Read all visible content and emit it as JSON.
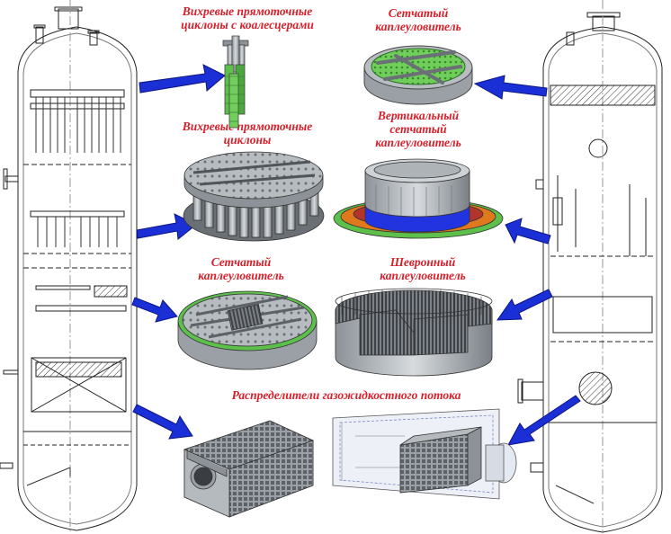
{
  "labels": {
    "vortex_coalescers": [
      "Вихревые прямоточные",
      "циклоны с коалесцерами"
    ],
    "mesh_top_right": [
      "Сетчатый",
      "каплеуловитель"
    ],
    "vortex_cyclones": [
      "Вихревые прямоточные",
      "циклоны"
    ],
    "vertical_mesh": [
      "Вертикальный",
      "сетчатый",
      "каплеуловитель"
    ],
    "mesh_mid_left": [
      "Сетчатый",
      "каплеуловитель"
    ],
    "chevron": [
      "Шевронный",
      "каплеуловитель"
    ],
    "distributors": "Распределители газожидкостного потока"
  },
  "colors": {
    "label_text": "#d8202b",
    "arrow_fill": "#1b2fd6",
    "mesh_green": "#5cc04a",
    "vertical_blue": "#2233e0",
    "ring_orange": "#e0781e",
    "steel_gray": "#9aa0a6"
  }
}
